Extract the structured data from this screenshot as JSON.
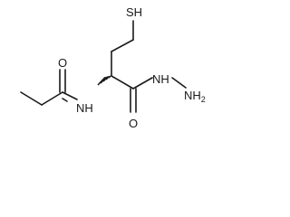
{
  "molecule": {
    "atoms": {
      "thiol": "SH",
      "carbonyl_oxygen_acetyl": "O",
      "amide_nh": "NH",
      "hydrazide_nh": "NH",
      "terminal_nh2": {
        "symbol": "NH",
        "subscript": "2"
      },
      "carbonyl_oxygen_hydrazide": "O"
    }
  }
}
